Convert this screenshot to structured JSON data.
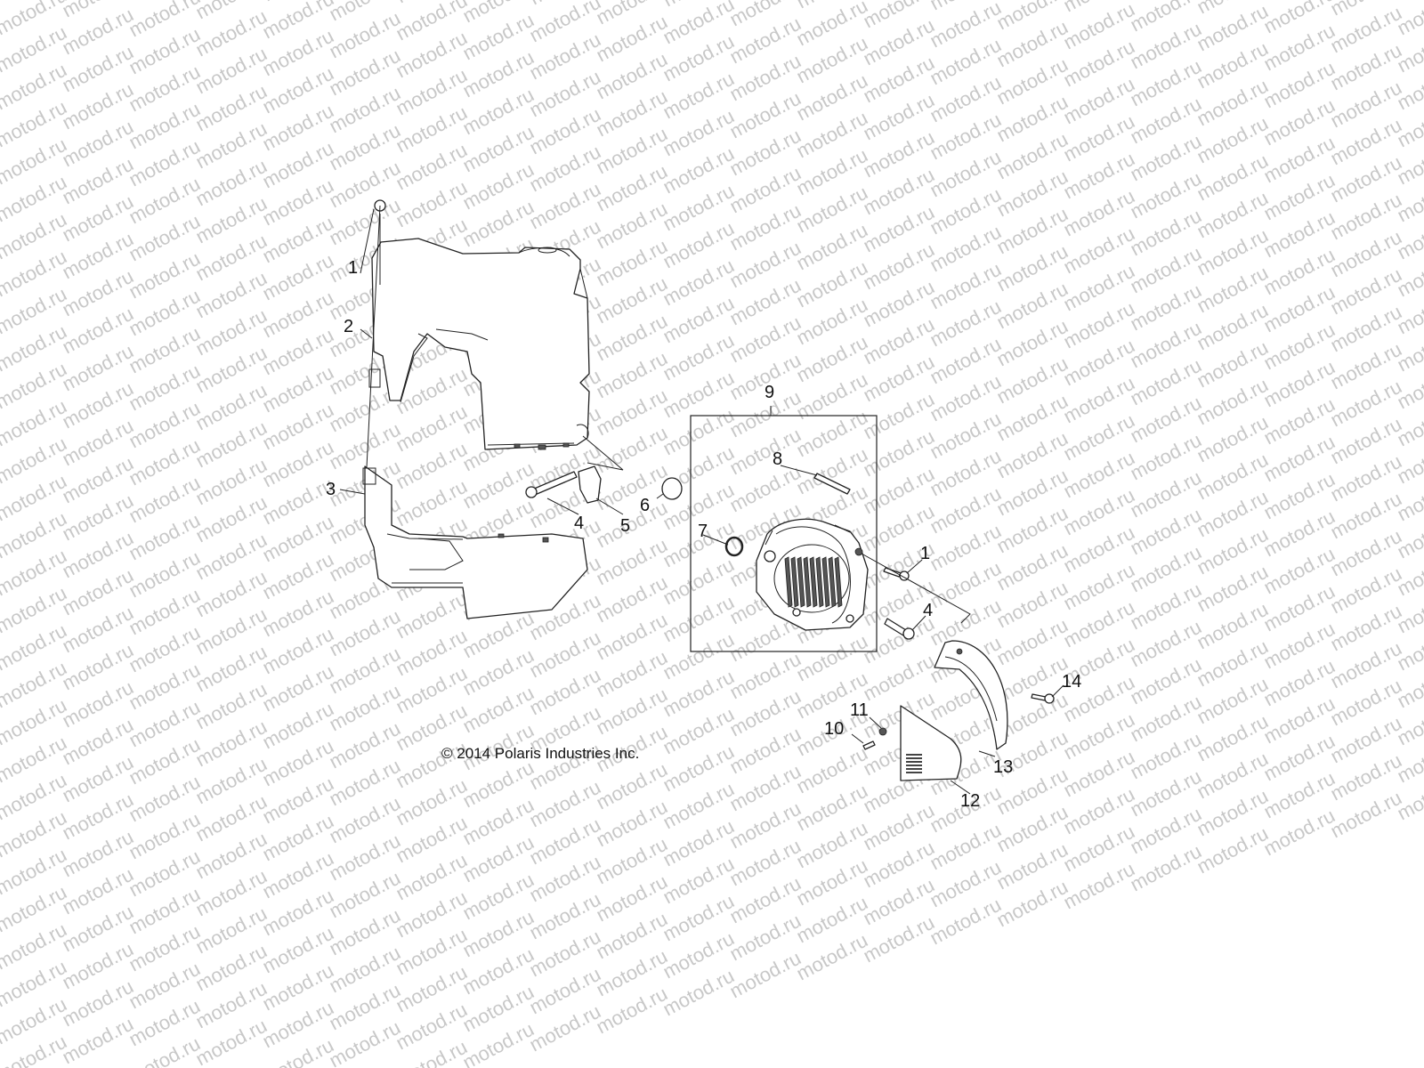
{
  "watermark": {
    "text": "motod.ru"
  },
  "copyright": "© 2014 Polaris Industries Inc.",
  "callouts": [
    "1",
    "2",
    "3",
    "4",
    "5",
    "6",
    "7",
    "8",
    "9",
    "1",
    "4",
    "10",
    "11",
    "12",
    "13",
    "14"
  ],
  "colors": {
    "line": "#222222",
    "watermark": "#c8c8c8",
    "background": "#ffffff"
  }
}
